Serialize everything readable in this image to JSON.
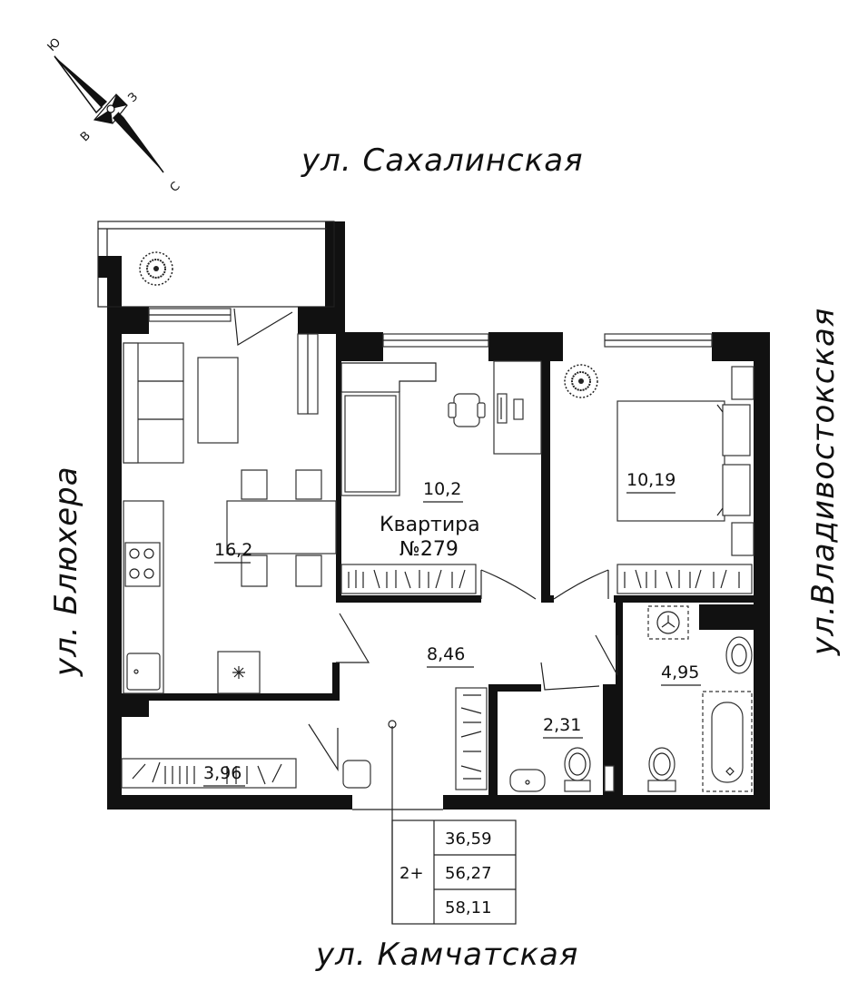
{
  "compass": {
    "north": "С",
    "south": "Ю",
    "east": "В",
    "west": "З"
  },
  "streets": {
    "top": "ул. Сахалинская",
    "bottom": "ул. Камчатская",
    "left": "ул. Блюхера",
    "right": "ул.Владивостокская"
  },
  "apartment": {
    "label": "Квартира",
    "number": "№279"
  },
  "rooms": [
    {
      "id": "living-kitchen",
      "area": "16,2"
    },
    {
      "id": "bedroom-small",
      "area": "10,2"
    },
    {
      "id": "bedroom-master",
      "area": "10,19"
    },
    {
      "id": "hallway",
      "area": "8,46"
    },
    {
      "id": "toilet",
      "area": "2,31"
    },
    {
      "id": "bathroom",
      "area": "4,95"
    },
    {
      "id": "balcony",
      "area": "3,96"
    }
  ],
  "summary": {
    "rooms_count": "2+",
    "living_area": "36,59",
    "total_area": "56,27",
    "total_with_balcony": "58,11"
  }
}
